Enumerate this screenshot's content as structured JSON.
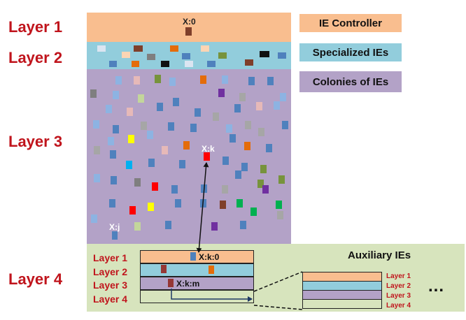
{
  "main_layers": [
    {
      "label": "Layer 1"
    },
    {
      "label": "Layer 2"
    },
    {
      "label": "Layer 3"
    },
    {
      "label": "Layer 4"
    }
  ],
  "legend": {
    "controller": "IE Controller",
    "specialized": "Specialized IEs",
    "colonies": "Colonies of IEs"
  },
  "nodes": {
    "root": "X:0",
    "xk": "X:k",
    "xj": "X:j",
    "xk0": "X:k:0",
    "xkm": "X:k:m"
  },
  "auxiliary": {
    "title": "Auxiliary IEs",
    "sub_layers": [
      "Layer 1",
      "Layer 2",
      "Layer 3",
      "Layer 4"
    ],
    "mini_layers": [
      "Layer 1",
      "Layer 2",
      "Layer 3",
      "Layer 4"
    ],
    "ellipsis": "..."
  },
  "colors": {
    "layer1": "#f9be8f",
    "layer2": "#92cddc",
    "layer3": "#b3a2c7",
    "layer4": "#d7e4bd",
    "label_red": "#c0141c",
    "square_blue": "#4f81bd",
    "square_red": "#ff0000",
    "square_brown": "#7f3f2a"
  }
}
